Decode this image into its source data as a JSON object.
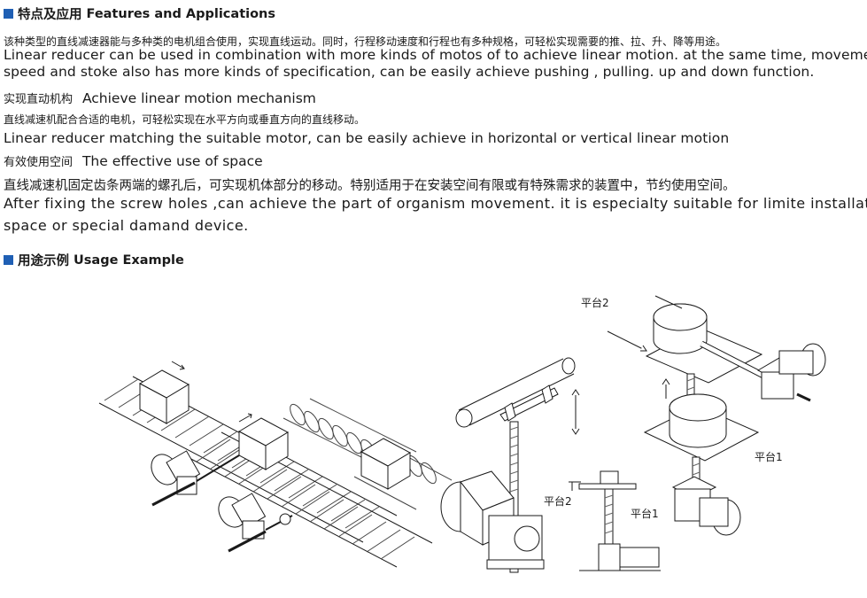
{
  "section1": {
    "heading_cn": "特点及应用",
    "heading_en": "Features and Applications",
    "intro_cn": "该种类型的直线减速器能与多种类的电机组合使用，实现直线运动。同时，行程移动速度和行程也有多种规格，可轻松实现需要的推、拉、升、降等用途。",
    "intro_en_1": "Linear reducer can be used in combination with more kinds of motos of to achieve linear motion. at the same time, movement",
    "intro_en_2": "speed and stoke also has more kinds of specification, can be easily achieve pushing , pulling. up and down function.",
    "point1_title_cn": "实现直动机构",
    "point1_title_en": "Achieve linear motion mechanism",
    "point1_body_cn": "直线减速机配合合适的电机，可轻松实现在水平方向或垂直方向的直线移动。",
    "point1_body_en": "Linear reducer matching the suitable motor, can be easily achieve in horizontal or vertical linear motion",
    "point2_title_cn": "有效使用空间",
    "point2_title_en": "The effective use of space",
    "point2_body_cn": "直线减速机固定齿条两端的螺孔后，可实现机体部分的移动。特别适用于在安装空间有限或有特殊需求的装置中，节约使用空间。",
    "point2_body_en_1": "After fixing the screw holes ,can achieve the part of organism movement. it is especialty suitable for limite installation",
    "point2_body_en_2": "space or special damand device."
  },
  "section2": {
    "heading_cn": "用途示例",
    "heading_en": "Usage Example"
  },
  "illustration": {
    "labels": {
      "platform2_top": "平台2",
      "platform1_right": "平台1",
      "platform2_small": "平台2",
      "platform1_small": "平台1"
    }
  }
}
